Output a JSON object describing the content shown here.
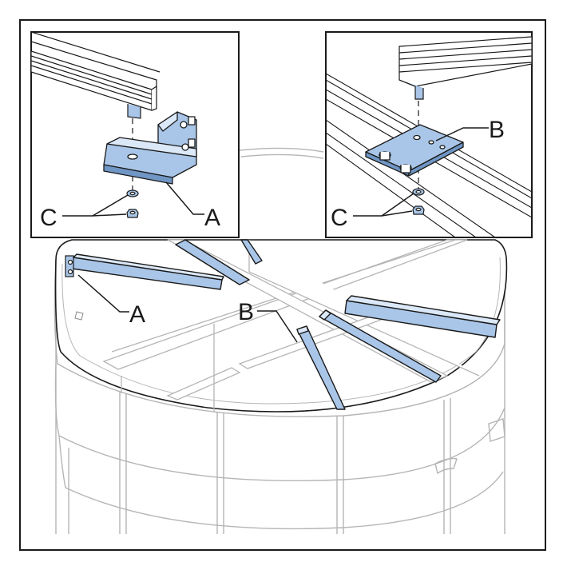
{
  "colors": {
    "part_fill": "#a9c6e8",
    "part_light": "#dbe8f7",
    "part_dark": "#6f96c4",
    "line": "#1a1a1a",
    "ghost_line": "#b5b5b5"
  },
  "callouts": {
    "main_a": "A",
    "main_b": "B",
    "inset_left_a": "A",
    "inset_left_c": "C",
    "inset_right_b": "B",
    "inset_right_c": "C"
  },
  "insets": [
    {
      "id": "left",
      "part": "bracket",
      "labels": [
        "A",
        "C"
      ]
    },
    {
      "id": "right",
      "part": "plate",
      "labels": [
        "B",
        "C"
      ]
    }
  ]
}
